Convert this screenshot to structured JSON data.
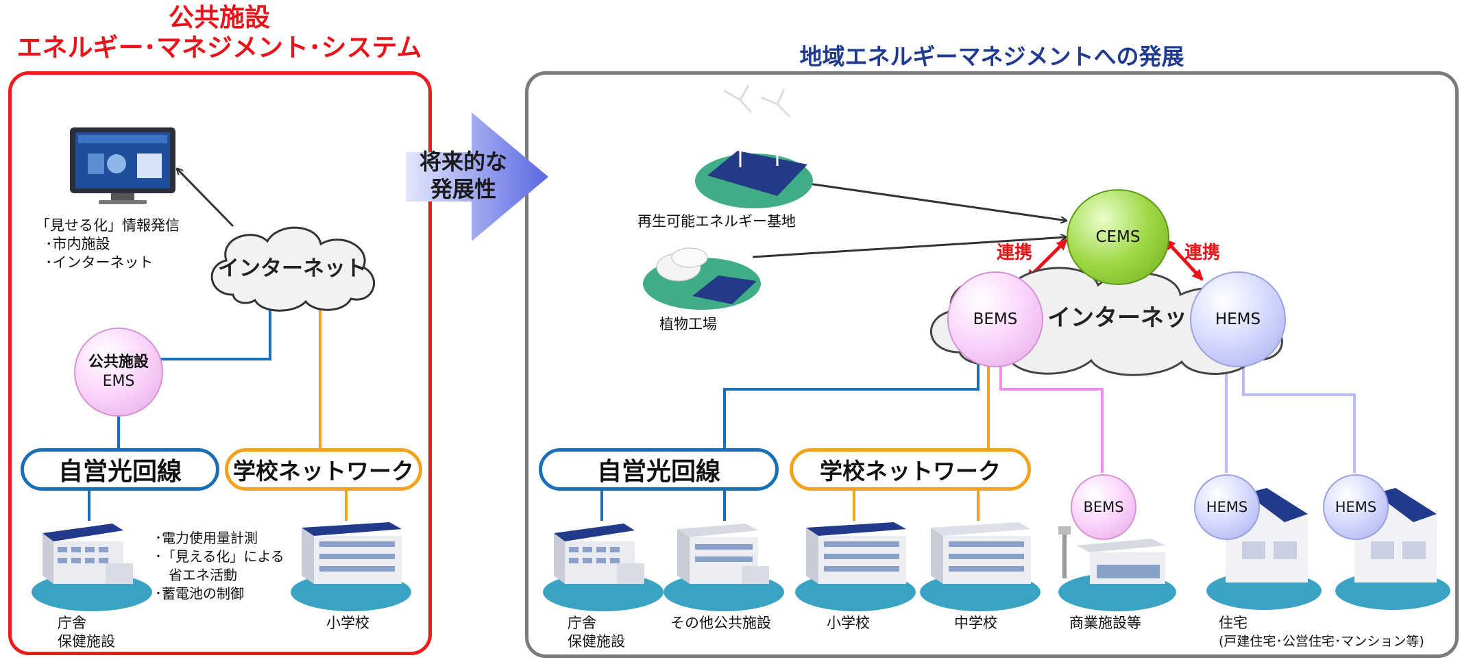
{
  "left": {
    "title_line1": "公共施設",
    "title_line2": "エネルギー･マネジメント･システム",
    "monitor_caption": [
      "「見せる化」情報発信",
      "･市内施設",
      "･インターネット"
    ],
    "internet_label": "インターネット",
    "ems_line1": "公共施設",
    "ems_line2": "EMS",
    "pill_fiber": "自営光回線",
    "pill_school": "学校ネットワーク",
    "notes": [
      "･電力使用量計測",
      "･「見える化」による",
      "  省エネ活動",
      "･蓄電池の制御"
    ],
    "building_office_label": [
      "庁舎",
      "保健施設"
    ],
    "building_school_label": "小学校"
  },
  "arrow": {
    "line1": "将来的な",
    "line2": "発展性"
  },
  "right": {
    "title": "地域エネルギーマネジメントへの発展",
    "renewable_label": "再生可能エネルギー基地",
    "plant_label": "植物工場",
    "cems": "CEMS",
    "bems": "BEMS",
    "hems": "HEMS",
    "internet_label": "インターネット",
    "link_label": "連携",
    "pill_fiber": "自営光回線",
    "pill_school": "学校ネットワーク",
    "small_bems": "BEMS",
    "small_hems": "HEMS",
    "labels": {
      "office": [
        "庁舎",
        "保健施設"
      ],
      "other_public": "その他公共施設",
      "elementary": "小学校",
      "junior_high": "中学校",
      "commercial": "商業施設等",
      "housing": [
        "住宅",
        "(戸建住宅･公営住宅･マンション等)"
      ]
    }
  },
  "colors": {
    "red": "#ee1c1c",
    "blue_line": "#1b6fb5",
    "orange_line": "#f3a21b",
    "pink_line": "#f08ef0",
    "violet_line": "#b9bcf2",
    "title_blue": "#1f3a8f"
  }
}
